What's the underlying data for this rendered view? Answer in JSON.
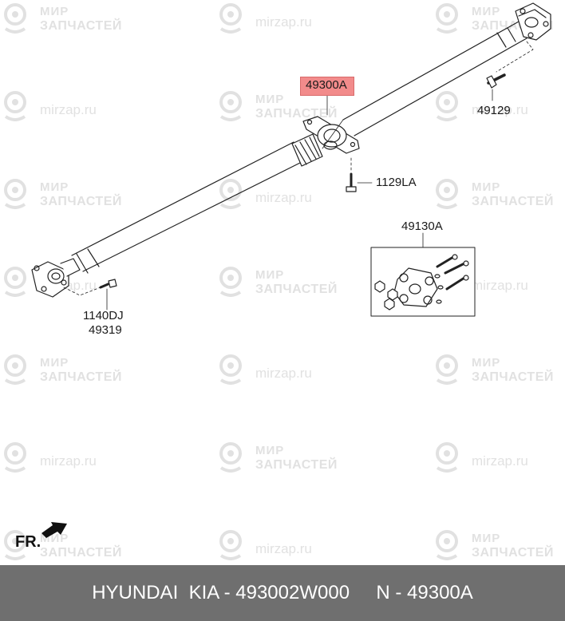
{
  "parts": {
    "main": "49300A",
    "rear_bolt": "49129",
    "center_bolt": "1129LA",
    "kit": "49130A",
    "front_bolt_a": "1140DJ",
    "front_bolt_b": "49319"
  },
  "direction": {
    "label": "FR."
  },
  "watermark": {
    "line1": "МИР",
    "line2": "ЗАПЧАСТЕЙ",
    "site": "mirzap.ru"
  },
  "footer": {
    "text": "HYUNDAI  KIA - 493002W000     N - 49300A"
  },
  "colors": {
    "highlight": "#f28b8b",
    "footer_bg": "#6f6f6f",
    "watermark": "#c9c9c9"
  }
}
